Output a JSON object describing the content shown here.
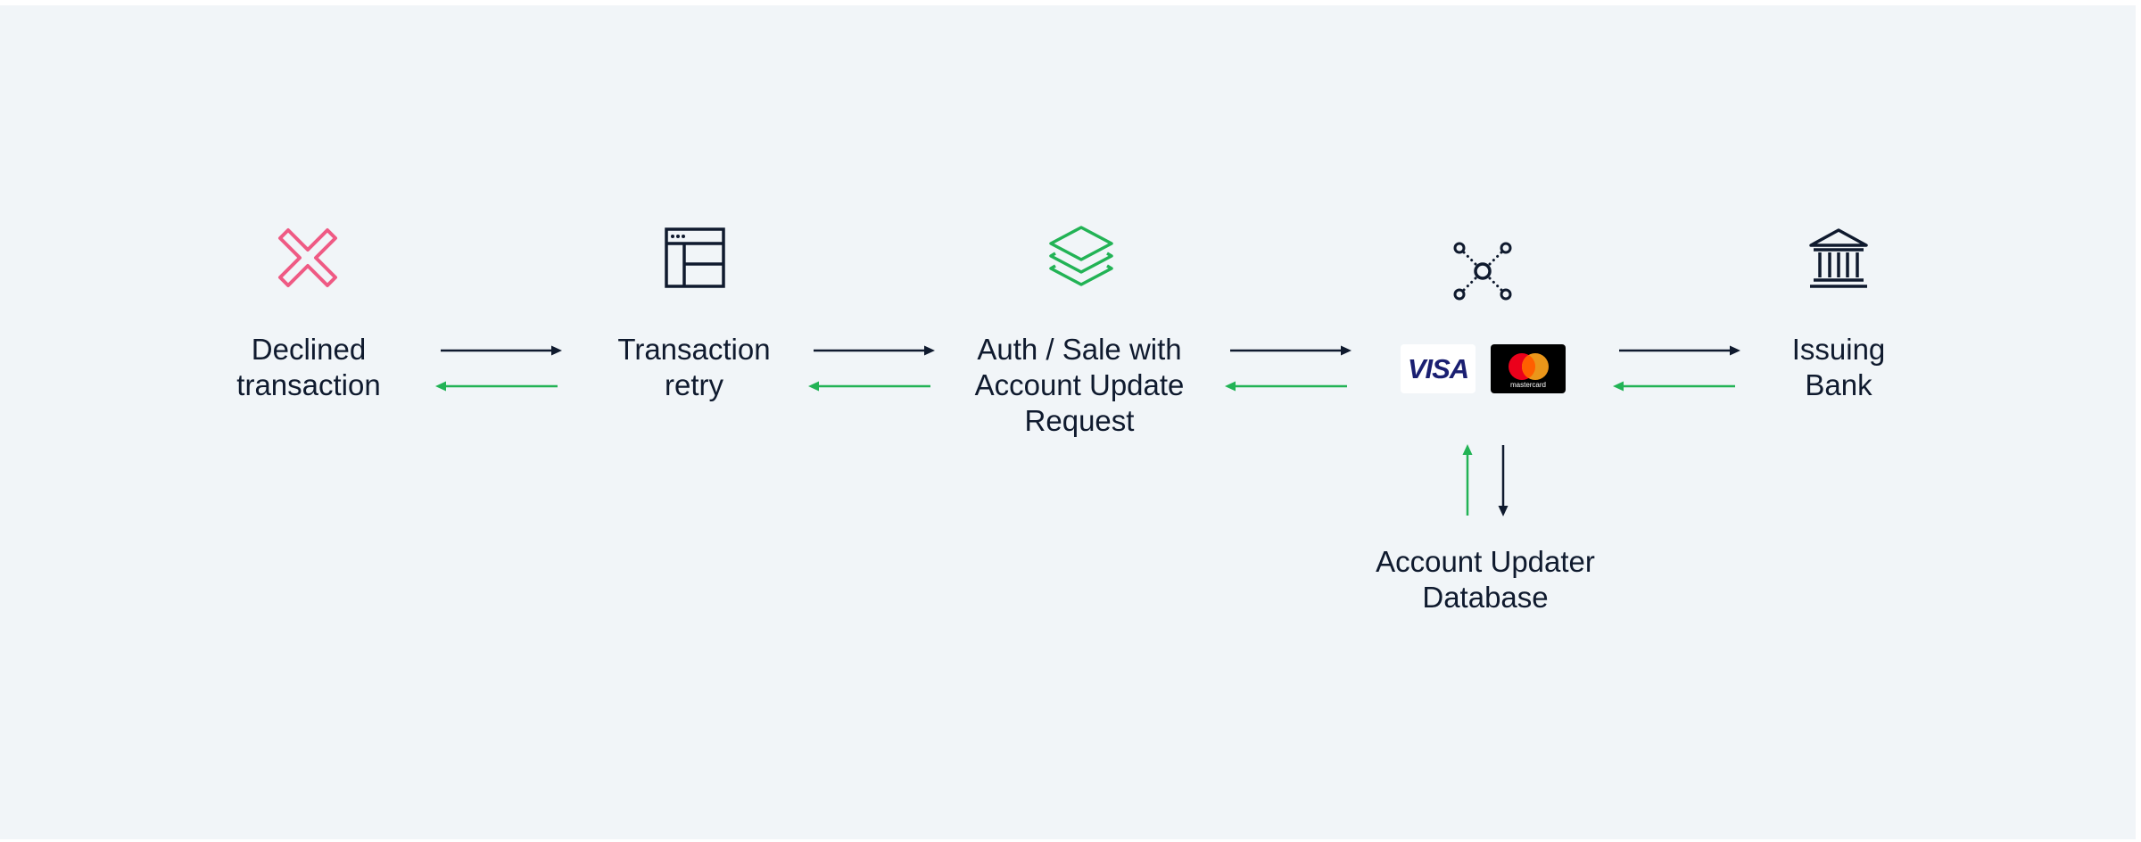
{
  "diagram": {
    "nodes": {
      "declined": {
        "label": "Declined\ntransaction",
        "icon": "close-icon",
        "icon_color": "#ef5a84"
      },
      "retry": {
        "label": "Transaction\nretry",
        "icon": "browser-window-icon",
        "icon_color": "#0f1a2e"
      },
      "auth": {
        "label": "Auth / Sale with\nAccount Update\nRequest",
        "icon": "layers-icon",
        "icon_color": "#22b355"
      },
      "networks": {
        "icon": "network-hub-icon",
        "icon_color": "#0f1a2e",
        "visa_text": "VISA",
        "mastercard_text": "mastercard"
      },
      "bank": {
        "label": "Issuing\nBank",
        "icon": "bank-icon",
        "icon_color": "#0f1a2e"
      },
      "updater": {
        "label": "Account Updater\nDatabase"
      }
    },
    "colors": {
      "background": "#f1f5f8",
      "forward_arrow": "#0f1a2e",
      "return_arrow": "#22b355",
      "visa_blue": "#1a1f71",
      "mastercard_red": "#eb001b",
      "mastercard_orange": "#f79e1b"
    }
  }
}
